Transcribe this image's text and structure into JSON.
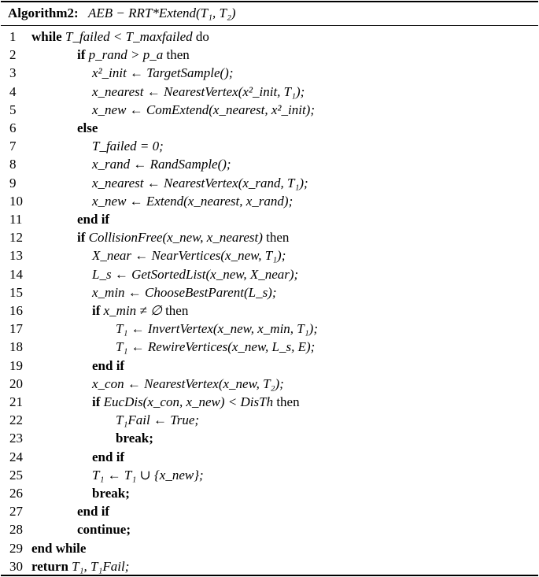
{
  "algorithm": {
    "label": "Algorithm2:",
    "signature": "AEB − RRT*Extend(T₁, T₂)",
    "lines": [
      {
        "n": "1",
        "indent": 0,
        "k": "while",
        "m": "T_failed < T_maxfailed",
        "t": "do"
      },
      {
        "n": "2",
        "indent": 1,
        "k": "if",
        "m": "p_rand > p_a",
        "t": "then"
      },
      {
        "n": "3",
        "indent": 2,
        "m": "x²_init ← TargetSample();"
      },
      {
        "n": "4",
        "indent": 2,
        "m": "x_nearest ← NearestVertex(x²_init, T₁);"
      },
      {
        "n": "5",
        "indent": 2,
        "m": "x_new ← ComExtend(x_nearest, x²_init);"
      },
      {
        "n": "6",
        "indent": 1,
        "k": "else"
      },
      {
        "n": "7",
        "indent": 2,
        "m": "T_failed = 0;"
      },
      {
        "n": "8",
        "indent": 2,
        "m": "x_rand ← RandSample();"
      },
      {
        "n": "9",
        "indent": 2,
        "m": "x_nearest ← NearestVertex(x_rand, T₁);"
      },
      {
        "n": "10",
        "indent": 2,
        "m": "x_new ← Extend(x_nearest, x_rand);"
      },
      {
        "n": "11",
        "indent": 1,
        "k": "end if"
      },
      {
        "n": "12",
        "indent": 1,
        "k": "if",
        "m": "CollisionFree(x_new, x_nearest)",
        "t": "then"
      },
      {
        "n": "13",
        "indent": 2,
        "m": "X_near ← NearVertices(x_new, T₁);"
      },
      {
        "n": "14",
        "indent": 2,
        "m": "L_s ← GetSortedList(x_new, X_near);"
      },
      {
        "n": "15",
        "indent": 2,
        "m": "x_min ← ChooseBestParent(L_s);"
      },
      {
        "n": "16",
        "indent": 2,
        "k": "if",
        "m": "x_min ≠ ∅",
        "t": "then"
      },
      {
        "n": "17",
        "indent": 3,
        "m": "T₁ ← InvertVertex(x_new, x_min, T₁);"
      },
      {
        "n": "18",
        "indent": 3,
        "m": "T₁ ← RewireVertices(x_new, L_s, E);"
      },
      {
        "n": "19",
        "indent": 2,
        "k": "end if"
      },
      {
        "n": "20",
        "indent": 2,
        "m": "x_con ← NearestVertex(x_new, T₂);"
      },
      {
        "n": "21",
        "indent": 2,
        "k": "if",
        "m": "EucDis(x_con, x_new) < DisTh",
        "t": "then"
      },
      {
        "n": "22",
        "indent": 3,
        "m": "T₁Fail ← True;"
      },
      {
        "n": "23",
        "indent": 3,
        "k": "break;"
      },
      {
        "n": "24",
        "indent": 2,
        "k": "end if"
      },
      {
        "n": "25",
        "indent": 2,
        "m": "T₁ ← T₁ ∪ {x_new};"
      },
      {
        "n": "26",
        "indent": 2,
        "k": "break;"
      },
      {
        "n": "27",
        "indent": 1,
        "k": "end if"
      },
      {
        "n": "28",
        "indent": 1,
        "k": "continue;"
      },
      {
        "n": "29",
        "indent": 0,
        "k": "end while"
      },
      {
        "n": "30",
        "indent": 0,
        "k": "return",
        "m": "T₁, T₁Fail;"
      }
    ]
  }
}
